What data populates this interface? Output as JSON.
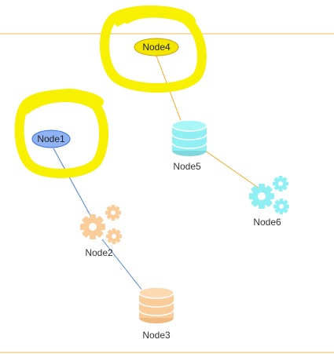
{
  "colors": {
    "divider": "#F5B859",
    "edge_orange": "#F5A623",
    "edge_blue": "#4A7FD3",
    "highlight": "#F7F000",
    "node1_fill": "#8FB3F5",
    "node1_stroke": "#3B6FD6",
    "node4_fill": "#F2E600",
    "node4_stroke": "#C5A300",
    "cyan": "#8FEFF2",
    "peach": "#FACC99"
  },
  "nodes": {
    "node1": {
      "label": "Node1",
      "shape": "ellipse",
      "highlighted": true
    },
    "node2": {
      "label": "Node2",
      "icon": "gears-icon"
    },
    "node3": {
      "label": "Node3",
      "icon": "database-icon"
    },
    "node4": {
      "label": "Node4",
      "shape": "ellipse",
      "highlighted": true
    },
    "node5": {
      "label": "Node5",
      "icon": "database-icon"
    },
    "node6": {
      "label": "Node6",
      "icon": "gears-icon"
    }
  },
  "edges": [
    {
      "from": "Node4",
      "to": "Node5"
    },
    {
      "from": "Node5",
      "to": "Node6"
    },
    {
      "from": "Node1",
      "to": "Node2"
    },
    {
      "from": "Node2",
      "to": "Node3"
    }
  ]
}
